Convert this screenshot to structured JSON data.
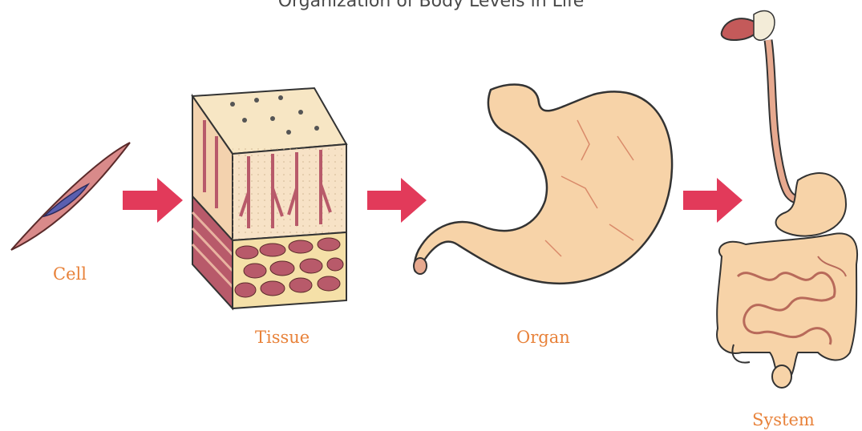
{
  "title": "Organization of Body Levels in Life",
  "stages": [
    {
      "label": "Cell",
      "icon": "smooth-muscle-cell-illustration"
    },
    {
      "label": "Tissue",
      "icon": "muscle-tissue-block-illustration"
    },
    {
      "label": "Organ",
      "icon": "stomach-illustration"
    },
    {
      "label": "System",
      "icon": "digestive-system-illustration"
    }
  ],
  "arrow_icon": "right-arrow-icon",
  "colors": {
    "label": "#e8823a",
    "arrow": "#e23a5a",
    "organ_fill": "#f7d3a8",
    "tissue_red": "#b85a6a"
  }
}
